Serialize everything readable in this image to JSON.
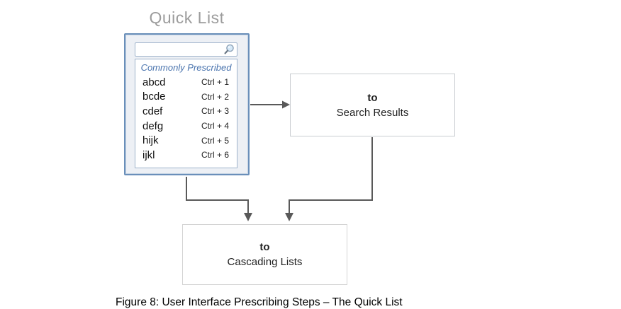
{
  "title": "Quick List",
  "quick_list": {
    "search": {
      "value": "",
      "placeholder": ""
    },
    "header": "Commonly Prescribed",
    "items": [
      {
        "label": "abcd",
        "shortcut": "Ctrl + 1"
      },
      {
        "label": "bcde",
        "shortcut": "Ctrl + 2"
      },
      {
        "label": "cdef",
        "shortcut": "Ctrl + 3"
      },
      {
        "label": "defg",
        "shortcut": "Ctrl + 4"
      },
      {
        "label": "hijk",
        "shortcut": "Ctrl + 5"
      },
      {
        "label": "ijkl",
        "shortcut": "Ctrl + 6"
      }
    ]
  },
  "flow_boxes": {
    "search_results": {
      "prefix": "to",
      "label": "Search Results"
    },
    "cascading_lists": {
      "prefix": "to",
      "label": "Cascading Lists"
    }
  },
  "caption": "Figure 8: User Interface Prescribing Steps – The Quick List",
  "colors": {
    "panel_border": "#6a8fba",
    "panel_fill": "#edf0f5",
    "inner_border": "#9fb3cb",
    "list_header_text": "#4a74ae",
    "title_text": "#9c9c9c",
    "connector": "#595959",
    "flow_box_border": "#cccccc",
    "magnifier_lens_fill": "#d6e9f8"
  }
}
